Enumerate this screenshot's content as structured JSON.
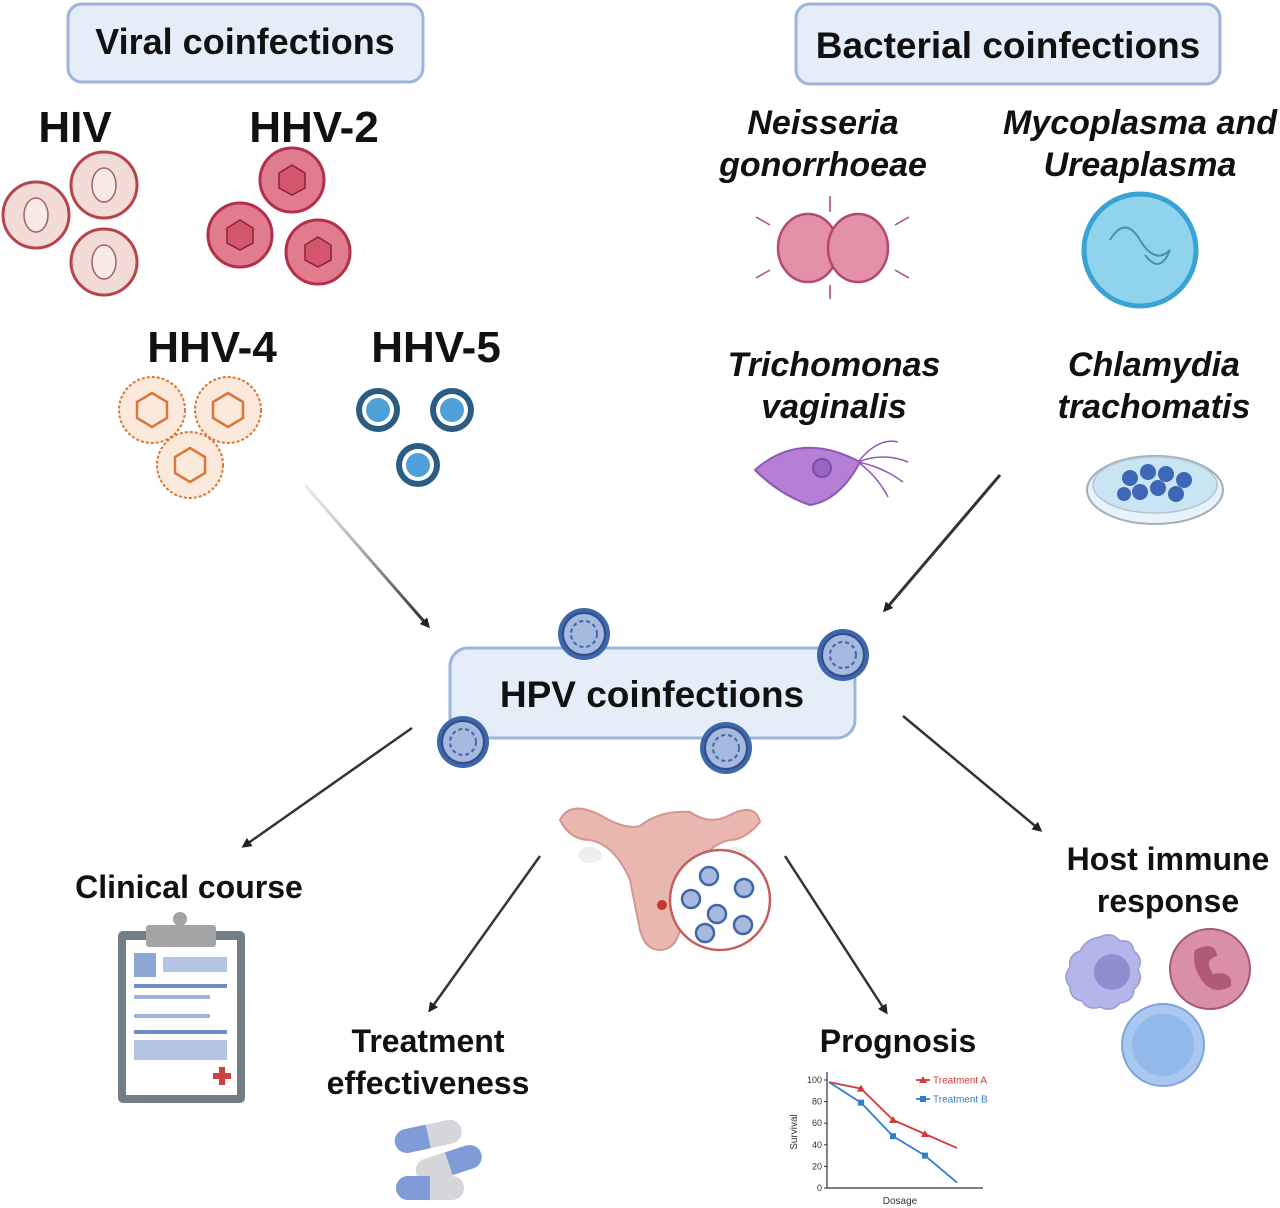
{
  "headers": {
    "viral": "Viral coinfections",
    "bacterial": "Bacterial coinfections",
    "center": "HPV coinfections"
  },
  "viral": [
    {
      "label": "HIV",
      "icon": "hiv-virus-icon",
      "color": "#c0392b"
    },
    {
      "label": "HHV-2",
      "icon": "hhv2-virus-icon",
      "color": "#c2385a"
    },
    {
      "label": "HHV-4",
      "icon": "hhv4-virus-icon",
      "color": "#d9773a"
    },
    {
      "label": "HHV-5",
      "icon": "hhv5-virus-icon",
      "color": "#2b6e9b"
    }
  ],
  "bacterial": [
    {
      "line1": "Neisseria",
      "line2": "gonorrhoeae",
      "icon": "diplococcus-icon"
    },
    {
      "line1": "Mycoplasma and",
      "line2": "Ureaplasma",
      "icon": "mycoplasma-cell-icon"
    },
    {
      "line1": "Trichomonas",
      "line2": "vaginalis",
      "icon": "trichomonas-icon"
    },
    {
      "line1": "Chlamydia",
      "line2": "trachomatis",
      "icon": "petri-dish-icon"
    }
  ],
  "outcomes": {
    "clinical": "Clinical course",
    "treatment_line1": "Treatment",
    "treatment_line2": "effectiveness",
    "prognosis": "Prognosis",
    "immune_line1": "Host immune",
    "immune_line2": "response"
  },
  "colors": {
    "box_fill": "#e4edf8",
    "box_stroke": "#9db5dc",
    "hpv_blue": "#3f66a8"
  },
  "chart_data": {
    "type": "line",
    "title": "",
    "xlabel": "Dosage",
    "ylabel": "Survival",
    "ylim": [
      0,
      100
    ],
    "yticks": [
      0,
      20,
      40,
      60,
      80,
      100
    ],
    "x": [
      0,
      1,
      2,
      3,
      4
    ],
    "series": [
      {
        "name": "Treatment A",
        "marker": "triangle",
        "color": "#d23b3b",
        "values": [
          98,
          92,
          63,
          50,
          37
        ]
      },
      {
        "name": "Treatment B",
        "marker": "square",
        "color": "#2f7fd0",
        "values": [
          98,
          79,
          48,
          30,
          5
        ]
      }
    ],
    "legend": "top-right"
  }
}
